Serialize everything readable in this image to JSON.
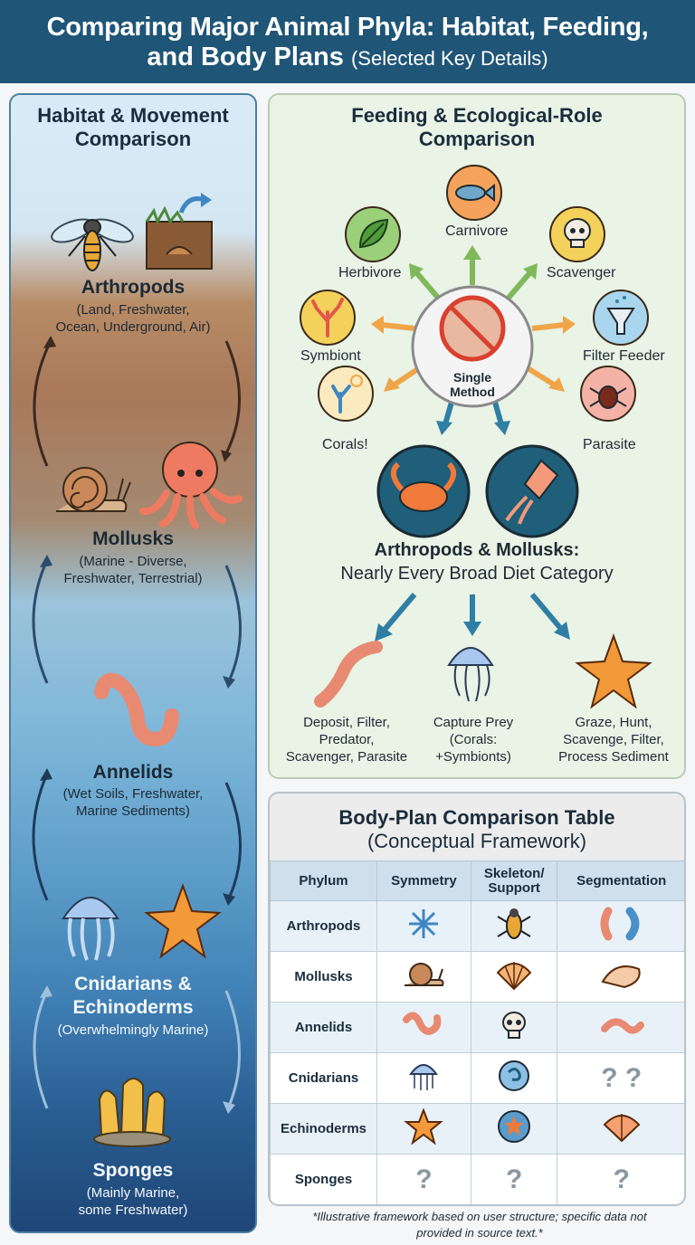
{
  "header": {
    "line1": "Comparing Major Animal Phyla: Habitat, Feeding,",
    "line2": "and Body Plans",
    "subtitle": "(Selected Key Details)"
  },
  "habitat": {
    "title_line1": "Habitat & Movement",
    "title_line2": "Comparison",
    "groups": [
      {
        "name": "Arthropods",
        "desc1": "(Land, Freshwater,",
        "desc2": "Ocean, Underground, Air)"
      },
      {
        "name": "Mollusks",
        "desc1": "(Marine - Diverse,",
        "desc2": "Freshwater, Terrestrial)"
      },
      {
        "name": "Annelids",
        "desc1": "(Wet Soils, Freshwater,",
        "desc2": "Marine Sediments)"
      },
      {
        "name1": "Cnidarians &",
        "name2": "Echinoderms",
        "desc1": "(Overwhelmingly Marine)"
      },
      {
        "name": "Sponges",
        "desc1": "(Mainly Marine,",
        "desc2": "some Freshwater)"
      }
    ]
  },
  "feeding": {
    "title_line1": "Feeding & Ecological-Role",
    "title_line2": "Comparison",
    "roles": [
      "Carnivore",
      "Herbivore",
      "Scavenger",
      "Symbiont",
      "Filter Feeder",
      "Corals!",
      "Parasite"
    ],
    "center_line1": "Single",
    "center_line2": "Method",
    "summary_line1": "Arthropods & Mollusks:",
    "summary_line2": "Nearly Every Broad Diet Category",
    "details": [
      {
        "l1": "Deposit, Filter,",
        "l2": "Predator,",
        "l3": "Scavenger, Parasite"
      },
      {
        "l1": "Capture Prey",
        "l2": "(Corals:",
        "l3": "+Symbionts)"
      },
      {
        "l1": "Graze, Hunt,",
        "l2": "Scavenge, Filter,",
        "l3": "Process Sediment"
      }
    ]
  },
  "bodyplan": {
    "title_line1": "Body-Plan Comparison Table",
    "title_line2": "(Conceptual Framework)",
    "columns": [
      "Phylum",
      "Symmetry",
      "Skeleton/",
      "Support",
      "Segmentation"
    ],
    "rows": [
      {
        "phylum": "Arthropods",
        "symmetry_icon": "radial-burst-icon",
        "skeleton_icon": "insect-icon",
        "segmentation_icon": "segmented-worms-icon"
      },
      {
        "phylum": "Mollusks",
        "symmetry_icon": "snail-icon",
        "skeleton_icon": "scallop-shell-icon",
        "segmentation_icon": "conch-shell-icon"
      },
      {
        "phylum": "Annelids",
        "symmetry_icon": "worm-icon",
        "skeleton_icon": "skull-icon",
        "segmentation_icon": "worm-icon"
      },
      {
        "phylum": "Cnidarians",
        "symmetry_icon": "jellyfish-icon",
        "skeleton_icon": "spiral-circle-icon",
        "segmentation_value": "? ?"
      },
      {
        "phylum": "Echinoderms",
        "symmetry_icon": "starfish-icon",
        "skeleton_icon": "starfish-circle-icon",
        "segmentation_icon": "scallop-shell-icon"
      },
      {
        "phylum": "Sponges",
        "symmetry_value": "?",
        "skeleton_value": "?",
        "segmentation_value": "?"
      }
    ],
    "footnote_line1": "*Illustrative framework based on user structure; specific data not",
    "footnote_line2": "provided in source text.*"
  },
  "colors": {
    "header_bg": "#1f5577",
    "left_border": "#4d7fa3",
    "feeding_bg": "#e9f3e6",
    "arrow_green": "#7fb95a",
    "arrow_orange": "#f0a548",
    "arrow_blue": "#2f7fa4"
  }
}
